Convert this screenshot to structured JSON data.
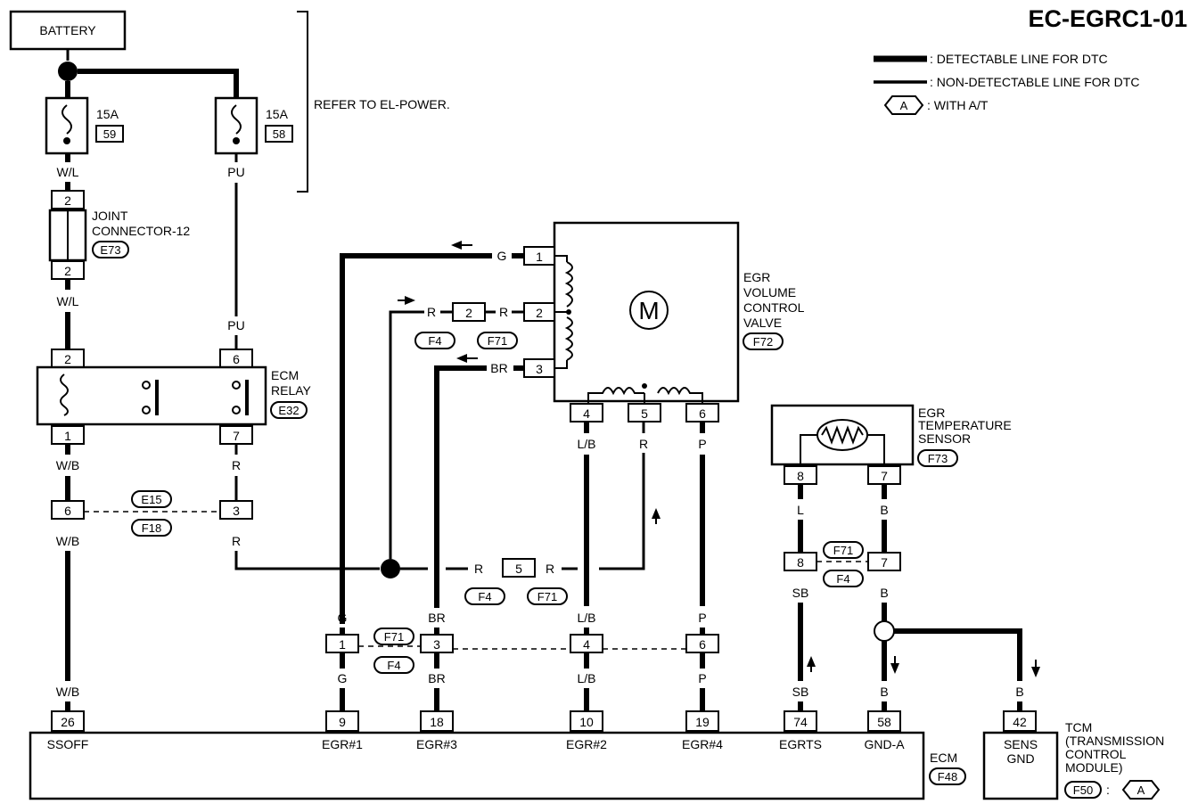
{
  "title": "EC-EGRC1-01",
  "legend": {
    "detectable": ": DETECTABLE LINE FOR DTC",
    "non_detectable": ": NON-DETECTABLE LINE FOR DTC",
    "with_at_symbol": "A",
    "with_at": ": WITH A/T"
  },
  "battery": "BATTERY",
  "refer": "REFER TO EL-POWER.",
  "fuses": [
    {
      "amps": "15A",
      "num": "59"
    },
    {
      "amps": "15A",
      "num": "58"
    }
  ],
  "wires": {
    "wl": "W/L",
    "pu": "PU",
    "wb": "W/B",
    "r": "R",
    "g": "G",
    "br": "BR",
    "lb": "L/B",
    "p": "P",
    "l": "L",
    "b": "B",
    "sb": "SB"
  },
  "joint": {
    "line1": "JOINT",
    "line2": "CONNECTOR-12",
    "code": "E73",
    "pin_top": "2",
    "pin_bot": "2"
  },
  "ecm_relay": {
    "line1": "ECM",
    "line2": "RELAY",
    "code": "E32",
    "pins": [
      "2",
      "6",
      "1",
      "7"
    ]
  },
  "egr_valve": {
    "line1": "EGR",
    "line2": "VOLUME",
    "line3": "CONTROL",
    "line4": "VALVE",
    "code": "F72",
    "motor": "M",
    "pins": [
      "1",
      "2",
      "3",
      "4",
      "5",
      "6"
    ]
  },
  "egr_sensor": {
    "line1": "EGR",
    "line2": "TEMPERATURE",
    "line3": "SENSOR",
    "code": "F73",
    "pins": [
      "8",
      "7"
    ]
  },
  "connectors": {
    "e15": "E15",
    "f18": "F18",
    "f4": "F4",
    "f71": "F71",
    "p6": "6",
    "p3": "3",
    "p2": "2",
    "p5": "5",
    "p1": "1",
    "p3b": "3",
    "p4": "4",
    "p6b": "6",
    "p8": "8",
    "p7": "7"
  },
  "ecm": {
    "label": "ECM",
    "code": "F48",
    "terminals": [
      {
        "num": "26",
        "name": "SSOFF"
      },
      {
        "num": "9",
        "name": "EGR#1"
      },
      {
        "num": "18",
        "name": "EGR#3"
      },
      {
        "num": "10",
        "name": "EGR#2"
      },
      {
        "num": "19",
        "name": "EGR#4"
      },
      {
        "num": "74",
        "name": "EGRTS"
      },
      {
        "num": "58",
        "name": "GND-A"
      }
    ]
  },
  "tcm": {
    "pin": "42",
    "name1": "SENS",
    "name2": "GND",
    "line1": "TCM",
    "line2": "(TRANSMISSION",
    "line3": "CONTROL",
    "line4": "MODULE)",
    "code": "F50",
    "sep": ":",
    "symbol": "A"
  }
}
